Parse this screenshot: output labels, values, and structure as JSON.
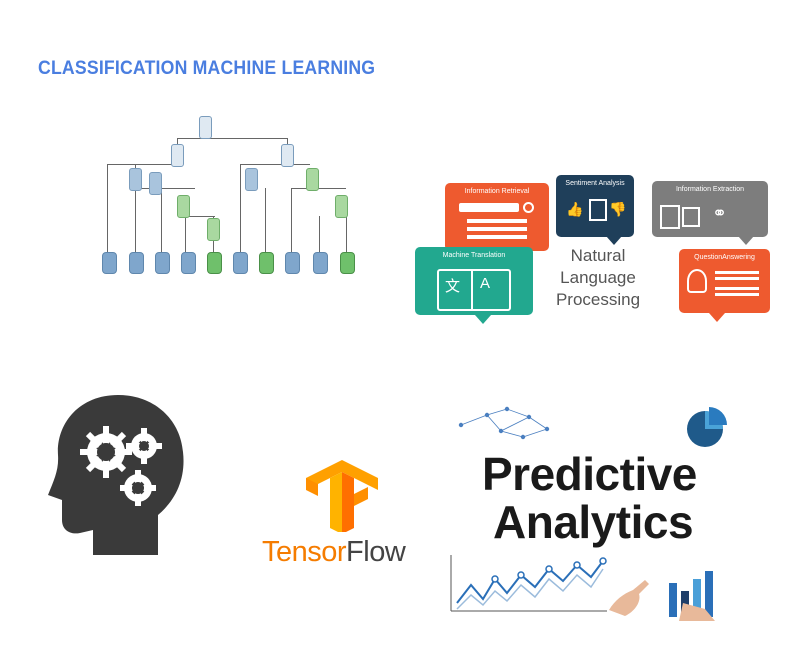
{
  "title": "CLASSIFICATION MACHINE LEARNING",
  "nlp": {
    "center": [
      "Natural",
      "Language",
      "Processing"
    ],
    "cards": {
      "information_retrieval": "Information Retrieval",
      "sentiment_analysis": "Sentiment Analysis",
      "information_extraction": "Information Extraction",
      "machine_translation": "Machine Translation",
      "question_answering": "QuestionAnswering"
    },
    "colors": {
      "orange": "#ee5a2f",
      "navy": "#1f3f5a",
      "gray": "#7d7d7d",
      "teal": "#22a88f"
    }
  },
  "tensorflow": {
    "part1": "Tensor",
    "part2": "Flow"
  },
  "predictive": {
    "line1": "Predictive",
    "line2": "Analytics"
  }
}
